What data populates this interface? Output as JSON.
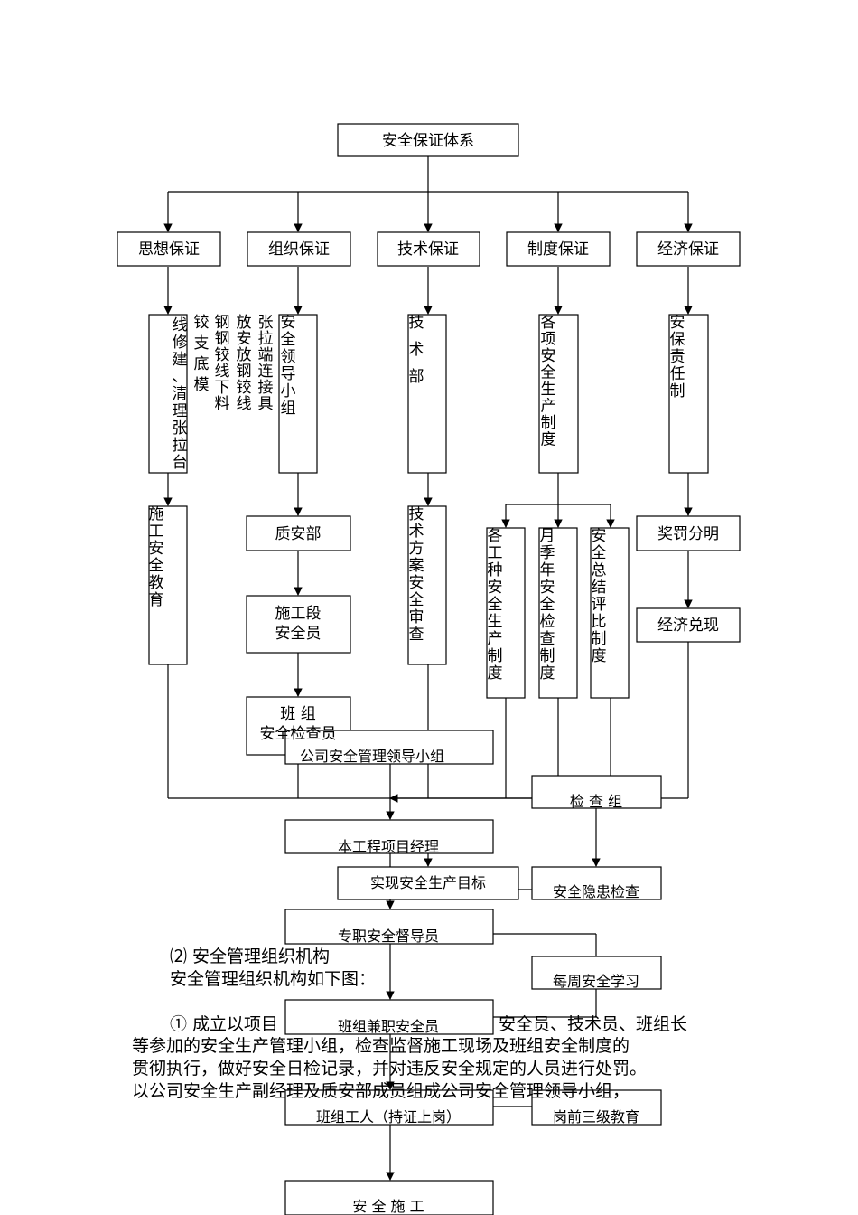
{
  "diagram": {
    "root": "安全保证体系",
    "branches": {
      "thought": "思想保证",
      "organization": "组织保证",
      "technology": "技术保证",
      "system": "制度保证",
      "economy": "经济保证"
    },
    "thought_column": {
      "box_text": "线修建、清理张拉台",
      "side_texts": [
        "铰支底模",
        "钢钢铰线下料",
        "放安放钢铰线",
        "张拉端连接具"
      ],
      "education": "施工安全教育"
    },
    "organization_column": {
      "leader_group": "安全领导小组",
      "quality_dept": "质安部",
      "section_safety_l1": "施工段",
      "section_safety_l2": "安全员",
      "team_inspector_l1": "班  组",
      "team_inspector_l2": "安全检查员"
    },
    "technology_column": {
      "tech_dept": "技术部",
      "plan_review": "技术方案安全审查"
    },
    "system_column": {
      "rules": "各项安全生产制度",
      "trade_rules": "各工种安全生产制度",
      "periodic_check": "月季年安全检查制度",
      "summary_eval": "安全总结评比制度"
    },
    "economy_column": {
      "responsibility": "安保责任制",
      "reward_penalty": "奖罚分明",
      "cash_out": "经济兑现"
    },
    "lower": {
      "company_group": "公司安全管理领导小组",
      "inspection_group": "检  查  组",
      "project_manager": "本工程项目经理",
      "goal": "实现安全生产目标",
      "hazard_check": "安全隐患检查",
      "supervisor": "专职安全督导员",
      "weekly_study": "每周安全学习",
      "team_officer": "班组兼职安全员",
      "workers": "班组工人（持证上岗）",
      "three_level": "岗前三级教育",
      "construction": "安  全  施  工"
    }
  },
  "text": {
    "heading": "⑵ 安全管理组织机构",
    "intro": "安全管理组织机构如下图：",
    "p1_start": "① 成立以项目",
    "p1_mid": "安全员、技术员、班组长",
    "p2": "等参加的安全生产管理小组，检查监督施工现场及班组安全制度的",
    "p3": "贯彻执行，做好安全日检记录，并对违反安全规定的人员进行处罚。",
    "p4": "以公司安全生产副经理及质安部成员组成公司安全管理领导小组，"
  }
}
